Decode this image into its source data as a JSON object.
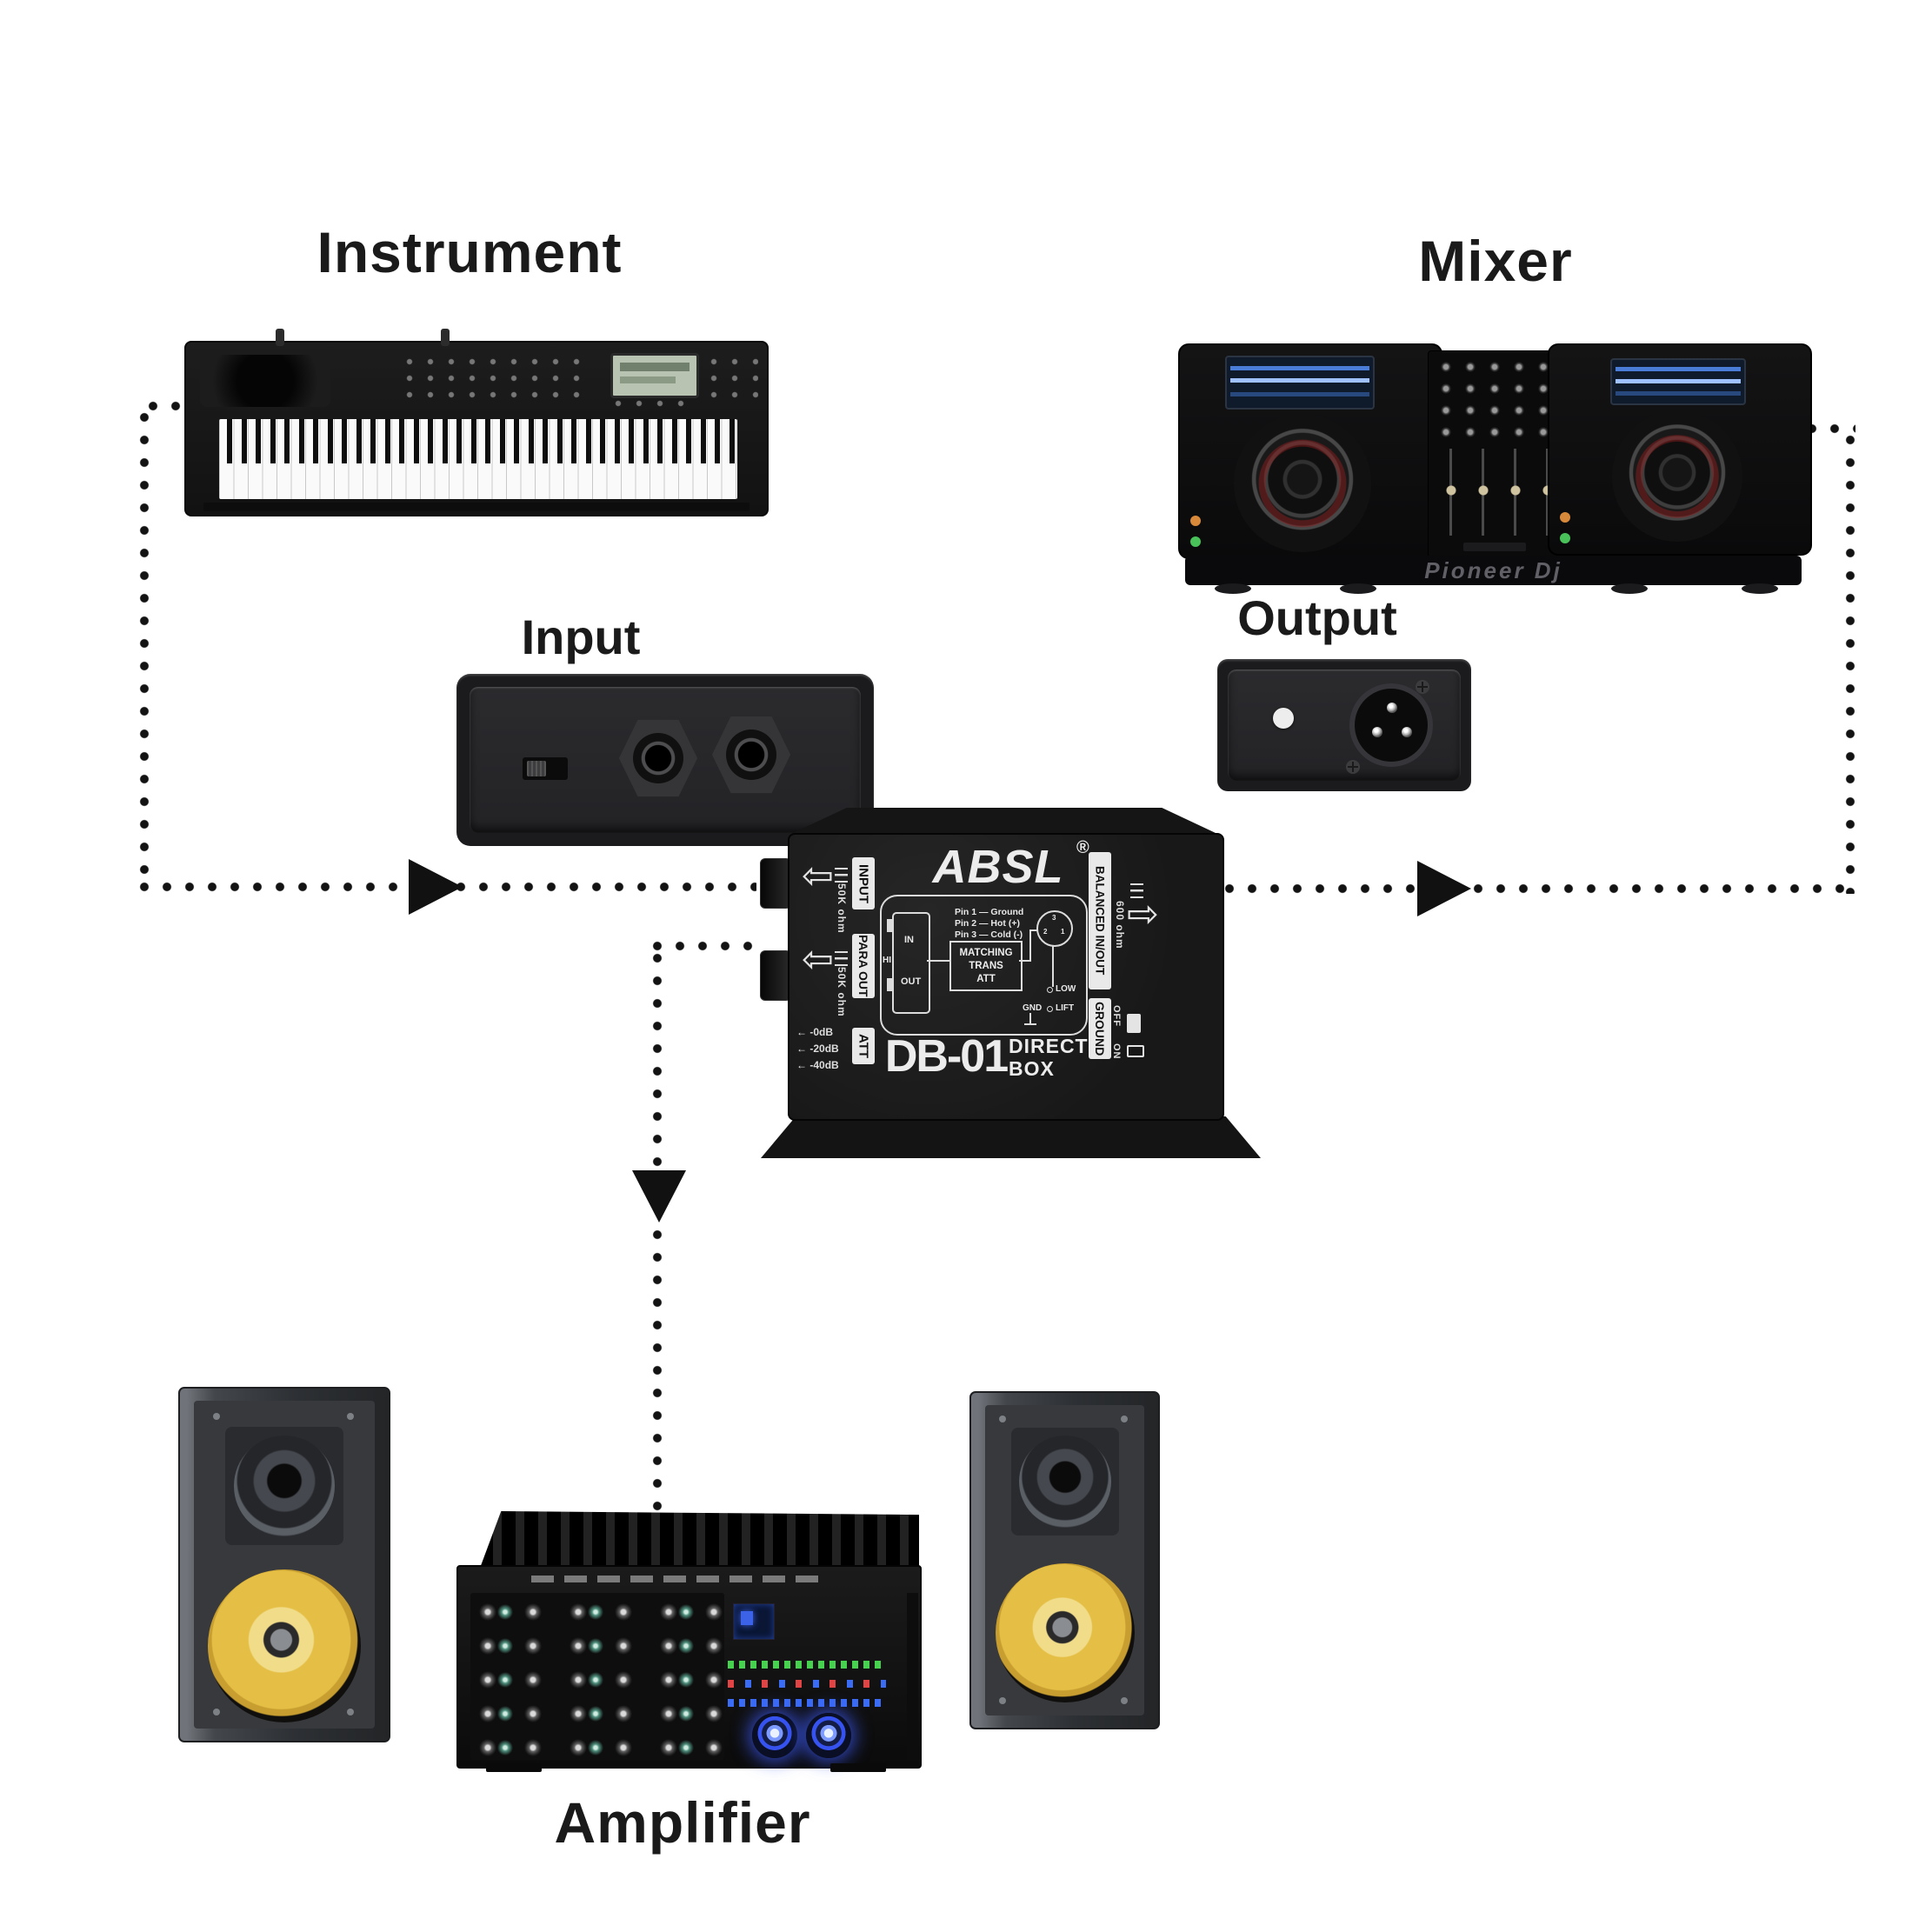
{
  "labels": {
    "instrument": "Instrument",
    "mixer": "Mixer",
    "input": "Input",
    "output": "Output",
    "amplifier": "Amplifier"
  },
  "mixer": {
    "brand": "Pioneer Dj"
  },
  "di_box": {
    "brand": "ABSL",
    "reg": "®",
    "model": "DB-01",
    "type_line1": "DIRECT",
    "type_line2": "BOX",
    "left": {
      "input": "INPUT",
      "input_imp": "50K ohm",
      "para_out": "PARA OUT",
      "para_imp": "50K ohm",
      "att": "ATT",
      "att_levels": [
        "-0dB",
        "-20dB",
        "-40dB"
      ]
    },
    "right": {
      "balanced": "BALANCED IN/OUT",
      "balanced_imp": "600 ohm",
      "ground": "GROUND",
      "off": "OFF",
      "on": "ON"
    },
    "circuit": {
      "pin1": "Pin 1 — Ground",
      "pin2": "Pin 2 — Hot (+)",
      "pin3": "Pin 3 — Cold (-)",
      "jack_in": "IN",
      "jack_out": "OUT",
      "hi": "HI",
      "match1": "MATCHING",
      "match2": "TRANS",
      "match3": "ATT",
      "low": "LOW",
      "gnd": "GND",
      "lift": "LIFT",
      "xlr1": "1",
      "xlr2": "2",
      "xlr3": "3"
    },
    "arrows": {
      "left": "⇦",
      "right": "⇨",
      "small_left": "←"
    }
  },
  "colors": {
    "background": "#ffffff",
    "connector_dots": "#131313",
    "di_print": "#e9e9e9",
    "woofer_yellow": "#e5bf45",
    "amp_glow_blue": "#3653f0",
    "led_green": "#46d14e",
    "led_red": "#e04444",
    "led_blue": "#3b6cf5"
  }
}
